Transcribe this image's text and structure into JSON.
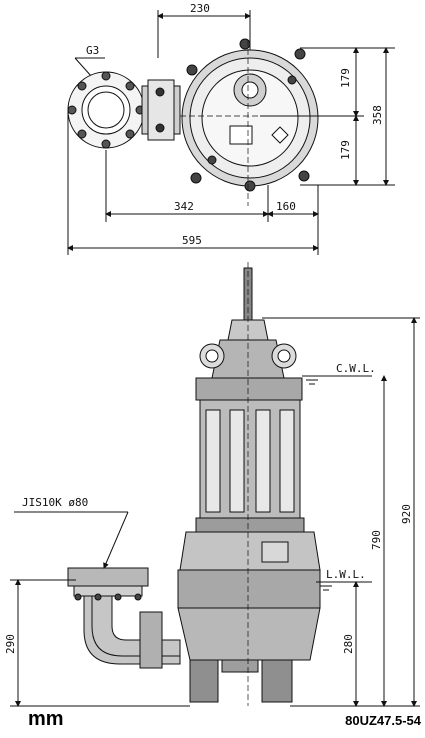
{
  "labels": {
    "dim_230": "230",
    "dim_g3": "G3",
    "dim_179_top": "179",
    "dim_179_bottom": "179",
    "dim_358": "358",
    "dim_342": "342",
    "dim_160": "160",
    "dim_595": "595",
    "cwl": "C.W.L.",
    "lwl": "L.W.L.",
    "jis": "JIS10K ø80",
    "dim_920": "920",
    "dim_790": "790",
    "dim_290_left": "290",
    "dim_280": "280"
  },
  "footer": {
    "unit": "mm",
    "model": "80UZ47.5-54"
  }
}
